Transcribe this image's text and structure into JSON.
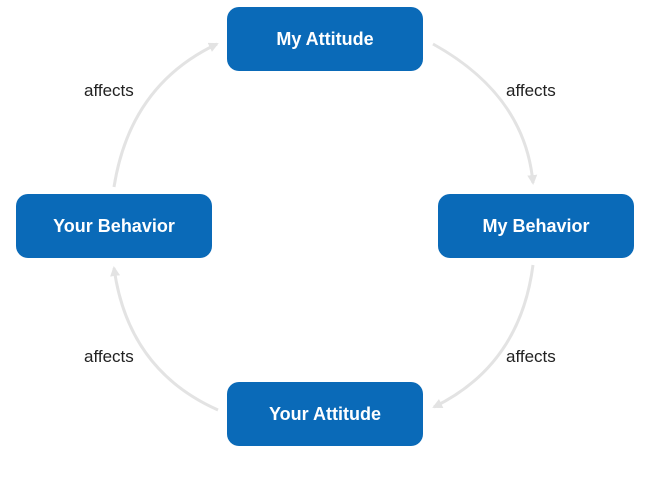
{
  "diagram": {
    "nodes": {
      "top": "My Attitude",
      "right": "My Behavior",
      "bottom": "Your Attitude",
      "left": "Your Behavior"
    },
    "edges": {
      "top_to_right": "affects",
      "right_to_bottom": "affects",
      "bottom_to_left": "affects",
      "left_to_top": "affects"
    },
    "colors": {
      "node_fill": "#0a6ab8",
      "node_text": "#ffffff",
      "arrow": "#e3e3e3",
      "label_text": "#222222"
    }
  }
}
